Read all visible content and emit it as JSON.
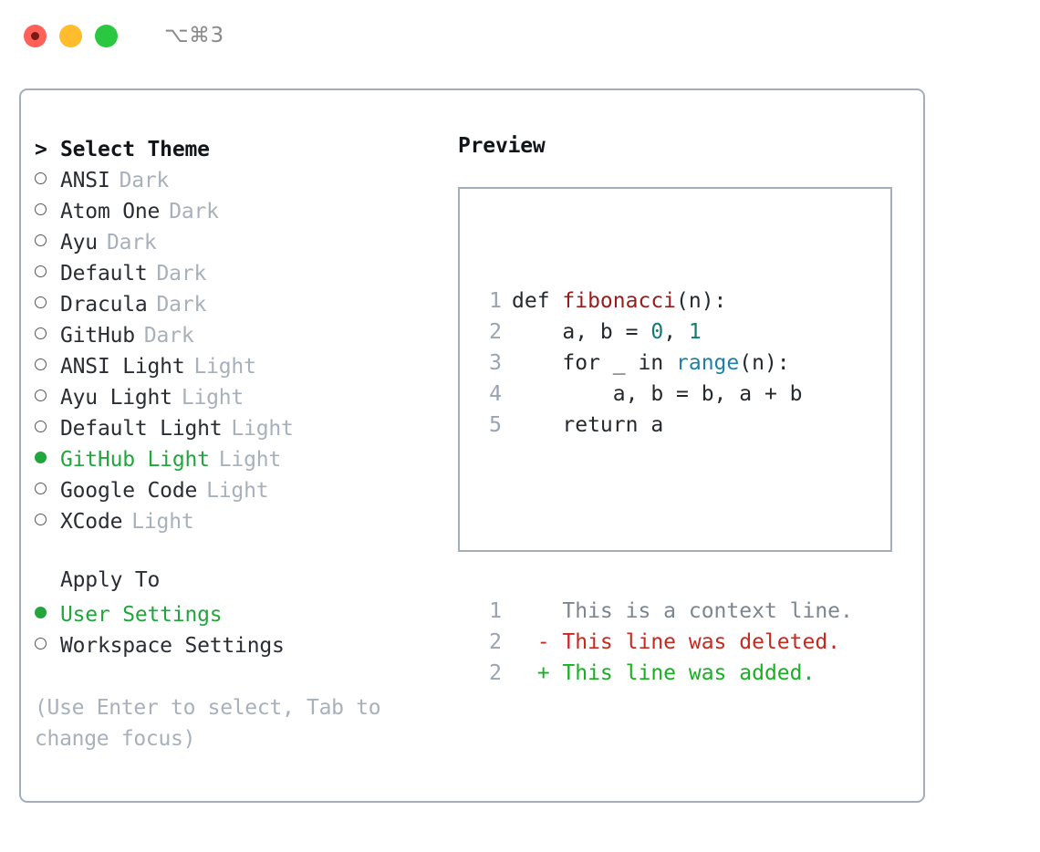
{
  "titlebar": {
    "shortcut": "⌥⌘3",
    "buttons": {
      "close_label": "close-button",
      "minimize_label": "minimize-button",
      "maximize_label": "maximize-button"
    }
  },
  "theme_section": {
    "prompt_marker": ">",
    "heading": "Select Theme",
    "bullet_selected": "●",
    "bullet_unselected": "○",
    "items": [
      {
        "name": "ANSI",
        "tag": "Dark",
        "selected": false
      },
      {
        "name": "Atom One",
        "tag": "Dark",
        "selected": false
      },
      {
        "name": "Ayu",
        "tag": "Dark",
        "selected": false
      },
      {
        "name": "Default",
        "tag": "Dark",
        "selected": false
      },
      {
        "name": "Dracula",
        "tag": "Dark",
        "selected": false
      },
      {
        "name": "GitHub",
        "tag": "Dark",
        "selected": false
      },
      {
        "name": "ANSI Light",
        "tag": "Light",
        "selected": false
      },
      {
        "name": "Ayu Light",
        "tag": "Light",
        "selected": false
      },
      {
        "name": "Default Light",
        "tag": "Light",
        "selected": false
      },
      {
        "name": "GitHub Light",
        "tag": "Light",
        "selected": true
      },
      {
        "name": "Google Code",
        "tag": "Light",
        "selected": false
      },
      {
        "name": "XCode",
        "tag": "Light",
        "selected": false
      }
    ]
  },
  "apply_section": {
    "heading": "Apply To",
    "items": [
      {
        "name": "User Settings",
        "selected": true
      },
      {
        "name": "Workspace Settings",
        "selected": false
      }
    ]
  },
  "hint": "(Use Enter to select, Tab to change focus)",
  "preview": {
    "title": "Preview",
    "code_lines": [
      {
        "no": "1",
        "tokens": [
          {
            "t": "def ",
            "c": "plain"
          },
          {
            "t": "fibonacci",
            "c": "fn"
          },
          {
            "t": "(n):",
            "c": "plain"
          }
        ]
      },
      {
        "no": "2",
        "tokens": [
          {
            "t": "    a, b = ",
            "c": "plain"
          },
          {
            "t": "0",
            "c": "num"
          },
          {
            "t": ", ",
            "c": "plain"
          },
          {
            "t": "1",
            "c": "num"
          }
        ]
      },
      {
        "no": "3",
        "tokens": [
          {
            "t": "    for _ in ",
            "c": "plain"
          },
          {
            "t": "range",
            "c": "builtin"
          },
          {
            "t": "(n):",
            "c": "plain"
          }
        ]
      },
      {
        "no": "4",
        "tokens": [
          {
            "t": "        a, b = b, a + b",
            "c": "plain"
          }
        ]
      },
      {
        "no": "5",
        "tokens": [
          {
            "t": "    return a",
            "c": "plain"
          }
        ]
      }
    ],
    "diff_lines": [
      {
        "no": "1",
        "marker": " ",
        "text": "This is a context line.",
        "kind": "ctx"
      },
      {
        "no": "2",
        "marker": "-",
        "text": "This line was deleted.",
        "kind": "del"
      },
      {
        "no": "2",
        "marker": "+",
        "text": "This line was added.",
        "kind": "add"
      }
    ]
  },
  "colors": {
    "accent_green": "#22a63c",
    "border": "#a3adbb",
    "muted": "#a8b0bc",
    "diff_add": "#16b020",
    "diff_del": "#c7291e",
    "syntax_fn": "#9a1b1b",
    "syntax_builtin": "#1e7fa8",
    "syntax_num": "#0f7d72"
  }
}
